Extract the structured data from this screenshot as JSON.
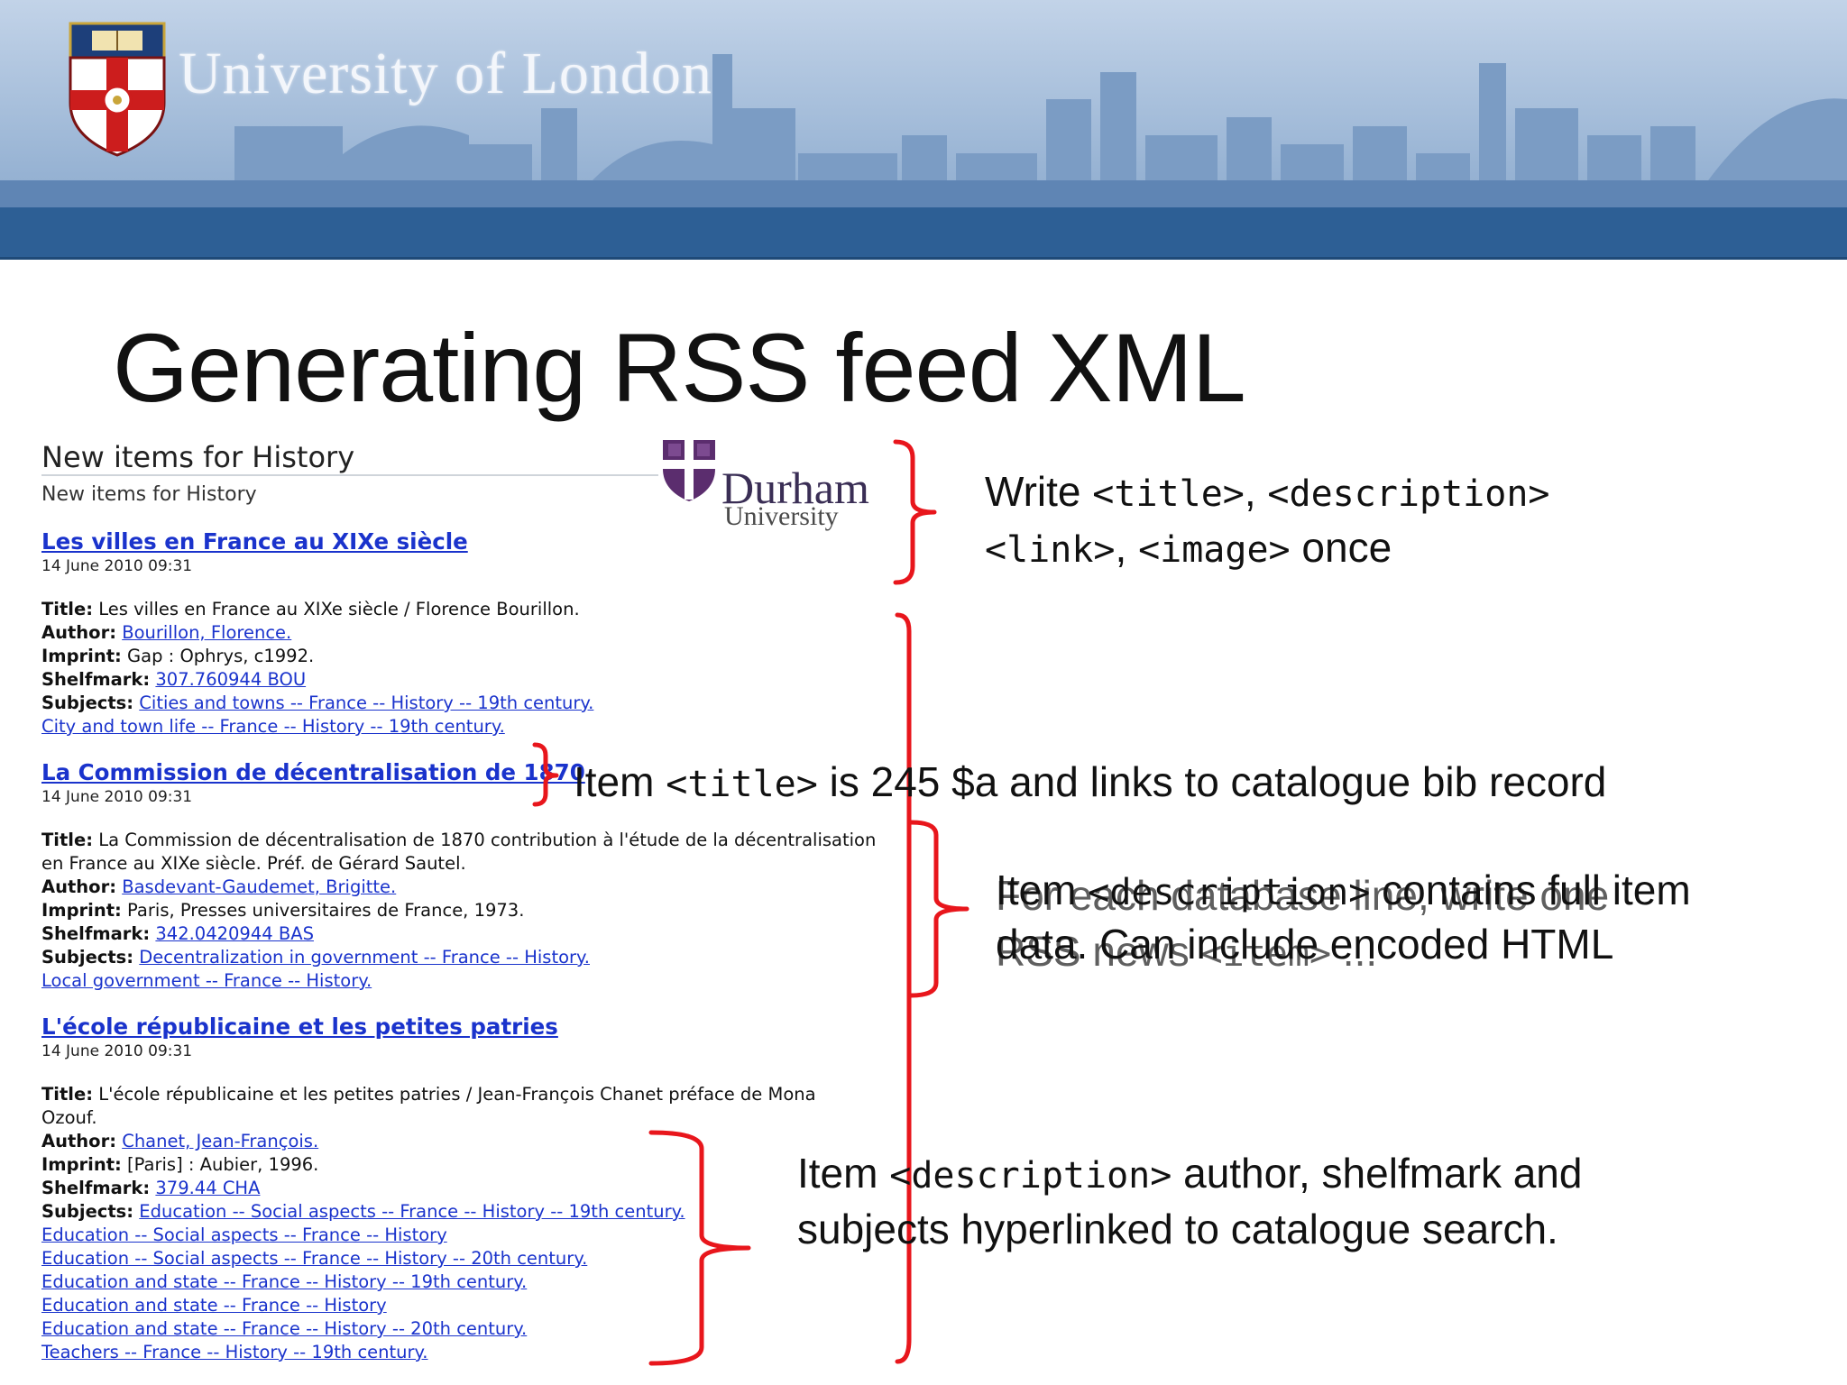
{
  "header": {
    "university_name": "University of London"
  },
  "slide": {
    "title": "Generating RSS feed XML"
  },
  "feed": {
    "heading": "New items for History",
    "subheading": "New items for History",
    "durham_logo": {
      "name": "Durham",
      "sub": "University"
    },
    "items": [
      {
        "title": "Les villes en France au XIXe siècle",
        "date": "14 June 2010 09:31",
        "title_label": "Title:",
        "title_text": "Les villes en France au XIXe siècle / Florence Bourillon.",
        "author_label": "Author:",
        "author": "Bourillon, Florence.",
        "imprint_label": "Imprint:",
        "imprint": "Gap : Ophrys, c1992.",
        "shelfmark_label": "Shelfmark:",
        "shelfmark": "307.760944 BOU",
        "subjects_label": "Subjects:",
        "subjects": [
          "Cities and towns -- France -- History -- 19th century.",
          "City and town life -- France -- History -- 19th century."
        ]
      },
      {
        "title": "La Commission de décentralisation de 1870",
        "date": "14 June 2010 09:31",
        "title_label": "Title:",
        "title_text_1": "La Commission de décentralisation de 1870 contribution à l'étude de la décentralisation",
        "title_text_2": "en France au XIXe siècle. Préf. de Gérard Sautel.",
        "author_label": "Author:",
        "author": "Basdevant-Gaudemet, Brigitte.",
        "imprint_label": "Imprint:",
        "imprint": "Paris, Presses universitaires de France, 1973.",
        "shelfmark_label": "Shelfmark:",
        "shelfmark": "342.0420944 BAS",
        "subjects_label": "Subjects:",
        "subjects": [
          "Decentralization in government -- France -- History.",
          "Local government -- France -- History."
        ]
      },
      {
        "title": "L'école républicaine et les petites patries",
        "date": "14 June 2010 09:31",
        "title_label": "Title:",
        "title_text_1": "L'école républicaine et les petites patries / Jean-François Chanet préface de Mona",
        "title_text_2": "Ozouf.",
        "author_label": "Author:",
        "author": "Chanet, Jean-François.",
        "imprint_label": "Imprint:",
        "imprint": "[Paris] : Aubier, 1996.",
        "shelfmark_label": "Shelfmark:",
        "shelfmark": "379.44 CHA",
        "subjects_label": "Subjects:",
        "subjects": [
          "Education -- Social aspects -- France -- History -- 19th century.",
          "Education -- Social aspects -- France -- History",
          "Education -- Social aspects -- France -- History -- 20th century.",
          "Education and state -- France -- History -- 19th century.",
          "Education and state -- France -- History",
          "Education and state -- France -- History -- 20th century.",
          "Teachers -- France -- History -- 19th century."
        ]
      }
    ]
  },
  "annotations": {
    "channel": {
      "w1": "Write ",
      "c1": "<title>",
      "w2": ", ",
      "c2": "<description>",
      "c3": "<link>",
      "w3": ", ",
      "c4": "<image>",
      "w4": " once"
    },
    "item_title": {
      "w1": "Item ",
      "c1": "<title>",
      "w2": " is 245 $a and links to catalogue bib record"
    },
    "item_desc_full": {
      "line1a": "Item ",
      "line1c": "<description>",
      "line1b": " contains full item",
      "line2": "data. Can include encoded HTML"
    },
    "foreach_overlap": {
      "line1": "For each database line, write one",
      "line2a": "RSS news ",
      "line2c": "<item>",
      "line2b": " ..."
    },
    "item_desc_links": {
      "w1": "Item ",
      "c1": "<description>",
      "w2": " author, shelfmark and",
      "line2": "subjects hyperlinked to catalogue search."
    }
  },
  "colors": {
    "bracket": "#e8161c",
    "link": "#1a33cc",
    "banner_sky": "#9bb6d6",
    "banner_band": "#2d5f95"
  }
}
